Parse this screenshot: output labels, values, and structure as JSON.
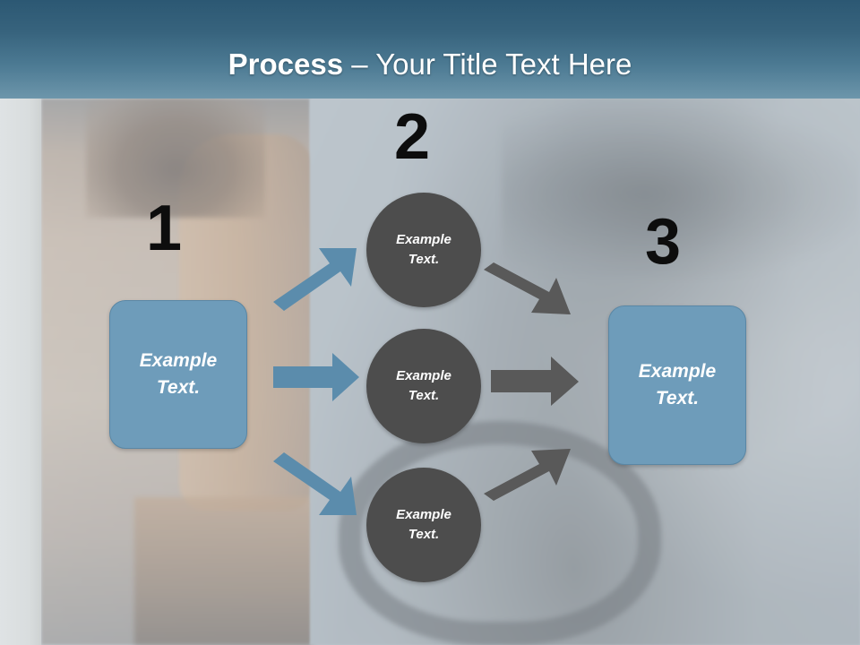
{
  "slide": {
    "title_strong": "Process",
    "title_sep": " – ",
    "title_light": "Your Title Text Here"
  },
  "colors": {
    "header_top": "#2c5873",
    "header_bottom": "#6d96ab",
    "box_blue": "#6e9cba",
    "circle_gray": "#4d4d4d",
    "arrow_blue": "#5b8cac",
    "arrow_gray": "#595959",
    "number_black": "#0d0d0d",
    "text_white": "#ffffff"
  },
  "steps": [
    {
      "number": "1"
    },
    {
      "number": "2"
    },
    {
      "number": "3"
    }
  ],
  "nodes": {
    "box_1": {
      "line1": "Example",
      "line2": "Text."
    },
    "circle_1": {
      "line1": "Example",
      "line2": "Text."
    },
    "circle_2": {
      "line1": "Example",
      "line2": "Text."
    },
    "circle_3": {
      "line1": "Example",
      "line2": "Text."
    },
    "box_3": {
      "line1": "Example",
      "line2": "Text."
    }
  }
}
